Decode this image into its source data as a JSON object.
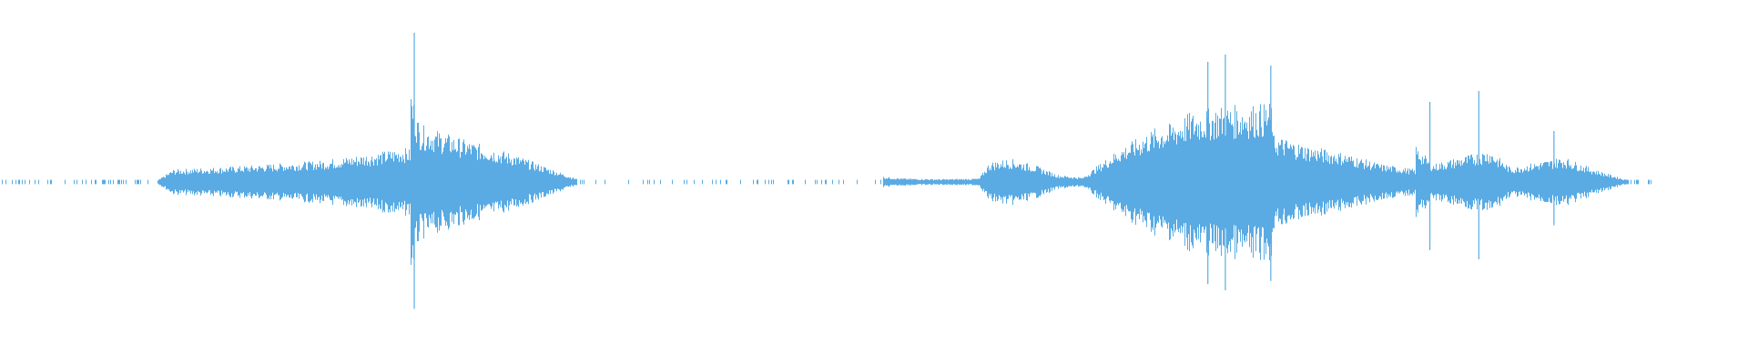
{
  "waveform": {
    "color": "#5aabe3",
    "background": "#ffffff",
    "regions": [
      {
        "kind": "dots",
        "from": 0.0,
        "to": 0.09,
        "density": 0.22,
        "level": 0.006
      },
      {
        "kind": "envelope",
        "from": 0.09,
        "to": 0.235,
        "peaks": [
          [
            0.0,
            0.005
          ],
          [
            0.06,
            0.035
          ],
          [
            0.35,
            0.045
          ],
          [
            0.65,
            0.06
          ],
          [
            0.85,
            0.08
          ],
          [
            0.97,
            0.095
          ],
          [
            1.0,
            0.09
          ]
        ]
      },
      {
        "kind": "envelope",
        "from": 0.235,
        "to": 0.33,
        "peaks": [
          [
            0.0,
            0.26
          ],
          [
            0.05,
            0.16
          ],
          [
            0.3,
            0.12
          ],
          [
            0.6,
            0.08
          ],
          [
            0.85,
            0.035
          ],
          [
            1.0,
            0.008
          ]
        ]
      },
      {
        "kind": "dots",
        "from": 0.33,
        "to": 0.505,
        "density": 0.12,
        "level": 0.006
      },
      {
        "kind": "envelope",
        "from": 0.505,
        "to": 0.56,
        "peaks": [
          [
            0.0,
            0.015
          ],
          [
            0.2,
            0.01
          ],
          [
            0.6,
            0.008
          ],
          [
            1.0,
            0.01
          ]
        ]
      },
      {
        "kind": "envelope",
        "from": 0.56,
        "to": 0.62,
        "peaks": [
          [
            0.0,
            0.01
          ],
          [
            0.1,
            0.055
          ],
          [
            0.3,
            0.065
          ],
          [
            0.55,
            0.045
          ],
          [
            0.75,
            0.02
          ],
          [
            1.0,
            0.012
          ]
        ]
      },
      {
        "kind": "envelope",
        "from": 0.62,
        "to": 0.728,
        "peaks": [
          [
            0.0,
            0.015
          ],
          [
            0.18,
            0.09
          ],
          [
            0.38,
            0.15
          ],
          [
            0.45,
            0.16
          ],
          [
            0.55,
            0.19
          ],
          [
            0.72,
            0.21
          ],
          [
            0.9,
            0.215
          ],
          [
            1.0,
            0.22
          ]
        ]
      },
      {
        "kind": "envelope",
        "from": 0.728,
        "to": 0.81,
        "peaks": [
          [
            0.0,
            0.13
          ],
          [
            0.25,
            0.1
          ],
          [
            0.5,
            0.08
          ],
          [
            0.75,
            0.05
          ],
          [
            1.0,
            0.035
          ]
        ]
      },
      {
        "kind": "envelope",
        "from": 0.81,
        "to": 0.93,
        "peaks": [
          [
            0.0,
            0.1
          ],
          [
            0.08,
            0.05
          ],
          [
            0.35,
            0.09
          ],
          [
            0.45,
            0.04
          ],
          [
            0.7,
            0.07
          ],
          [
            0.85,
            0.035
          ],
          [
            1.0,
            0.006
          ]
        ]
      },
      {
        "kind": "dots",
        "from": 0.93,
        "to": 0.945,
        "density": 0.3,
        "level": 0.006
      }
    ],
    "spikes": [
      {
        "at": 0.237,
        "level": 0.41
      },
      {
        "at": 0.691,
        "level": 0.33
      },
      {
        "at": 0.701,
        "level": 0.35
      },
      {
        "at": 0.727,
        "level": 0.32
      },
      {
        "at": 0.818,
        "level": 0.22
      },
      {
        "at": 0.846,
        "level": 0.25
      },
      {
        "at": 0.889,
        "level": 0.14
      }
    ]
  }
}
